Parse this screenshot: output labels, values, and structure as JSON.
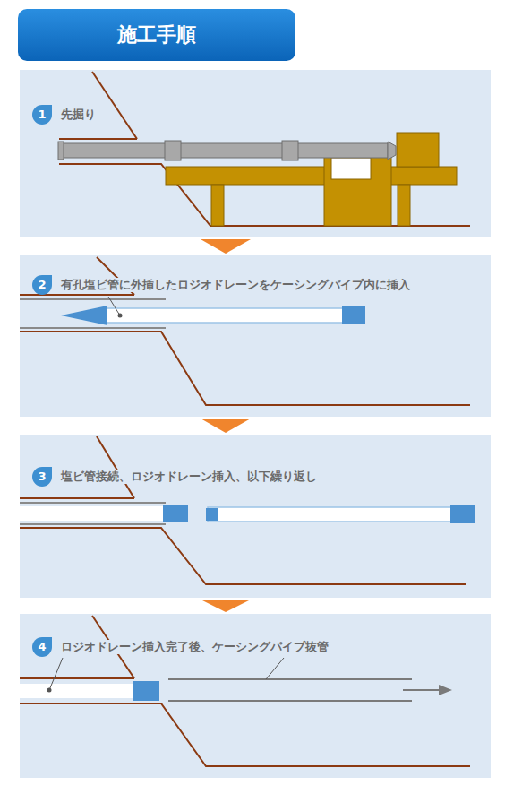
{
  "diagram": {
    "title": "施工手順",
    "nodes": [
      {
        "text": [
          "1",
          "先掘り"
        ]
      },
      {
        "text": [
          "2",
          "有孔塩ビ管に外挿したロジオドレーンをケーシングパイプ内に挿入"
        ]
      },
      {
        "text": [
          "3",
          "塩ビ管接続、ロジオドレーン挿入、以下繰り返し"
        ]
      },
      {
        "text": [
          "4",
          "ロジオドレーン挿入完了後、ケーシングパイプ抜管"
        ]
      }
    ],
    "edges": [
      {
        "from": 0,
        "to": 1,
        "arrow": "to"
      },
      {
        "from": 1,
        "to": 2,
        "arrow": "to"
      },
      {
        "from": 2,
        "to": 3,
        "arrow": "to"
      }
    ]
  }
}
